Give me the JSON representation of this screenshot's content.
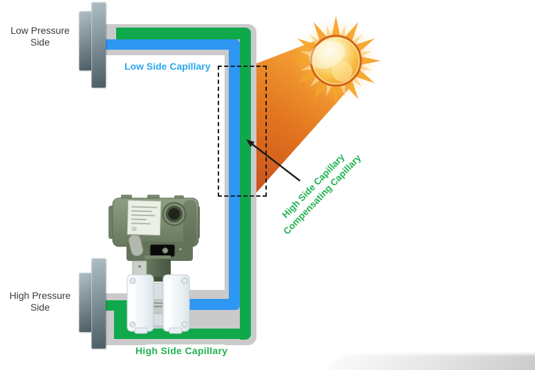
{
  "diagram": {
    "type": "capillary-seal-temperature-compensation-diagram",
    "labels": {
      "low_pressure": {
        "line1": "Low Pressure",
        "line2": "Side"
      },
      "high_pressure": {
        "line1": "High Pressure",
        "line2": "Side"
      },
      "low_side_capillary": "Low Side Capillary",
      "high_side_capillary_bottom": "High Side Capillary",
      "callout": {
        "line1": "High Side Capillary",
        "line2": "Compensating Capillary"
      }
    },
    "icons": {
      "sun": "☀",
      "heat_beam": "orange gradient beam from sun to capillary bundle",
      "annotation_arrow": "black arrow pointing at green capillary",
      "dashed_highlight_box": "black dashed rectangle over heated tube section"
    },
    "colors": {
      "capillary_sheath_gray": "#CACACB",
      "capillary_green": "#0FA84B",
      "capillary_blue": "#2E96F3",
      "label_green": "#22B251",
      "label_blue": "#2BA7EE",
      "label_dark": "#3B3B3B",
      "sun_orange": "#F6A52B",
      "beam_dark_orange": "#C9521D",
      "flange_steel": "#7E8E96",
      "transmitter_housing_green": "#76866C"
    }
  }
}
